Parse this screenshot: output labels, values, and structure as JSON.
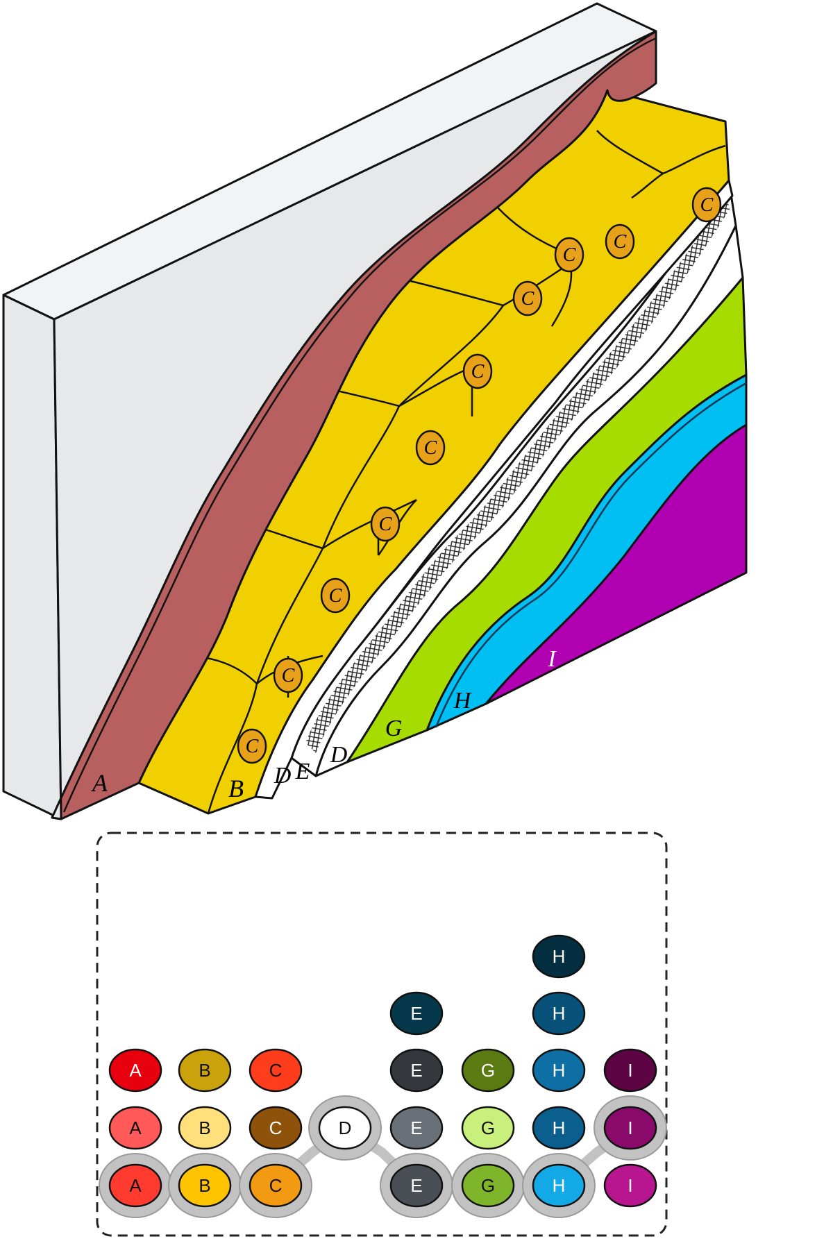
{
  "wall_labels": {
    "A": "A",
    "B": "B",
    "C": "C",
    "D_inner": "D",
    "E": "E",
    "D_outer": "D",
    "G": "G",
    "H": "H",
    "I": "I"
  },
  "colors": {
    "board": "#e7e8ea",
    "adhesive": "#b86060",
    "insulation": "#f0d000",
    "anchor": "#e8a21a",
    "mesh_layer": "#ffffff",
    "primer": "#a6dc00",
    "base_coat": "#00bff2",
    "finish": "#b000b2"
  },
  "legend_columns": [
    {
      "column": "A",
      "bubbles": [
        {
          "label": "A",
          "color": "#ff3b30",
          "selected": true
        },
        {
          "label": "A",
          "color": "#ff5a57",
          "selected": false
        },
        {
          "label": "A",
          "color": "#e8000e",
          "selected": false
        }
      ]
    },
    {
      "column": "B",
      "bubbles": [
        {
          "label": "B",
          "color": "#ffc400",
          "selected": true
        },
        {
          "label": "B",
          "color": "#ffe07a",
          "selected": false
        },
        {
          "label": "B",
          "color": "#c9a20c",
          "selected": false
        }
      ]
    },
    {
      "column": "C",
      "bubbles": [
        {
          "label": "C",
          "color": "#f29a12",
          "selected": true
        },
        {
          "label": "C",
          "color": "#8e520b",
          "selected": false
        },
        {
          "label": "C",
          "color": "#ff3c1c",
          "selected": false
        }
      ]
    },
    {
      "column": "D",
      "bubbles": [
        {
          "label": "D",
          "color": "#ffffff",
          "selected": true
        }
      ]
    },
    {
      "column": "E",
      "bubbles": [
        {
          "label": "E",
          "color": "#4a4f55",
          "selected": true
        },
        {
          "label": "E",
          "color": "#6a7078",
          "selected": false
        },
        {
          "label": "E",
          "color": "#34373c",
          "selected": false
        },
        {
          "label": "E",
          "color": "#04384a",
          "selected": false
        }
      ]
    },
    {
      "column": "G",
      "bubbles": [
        {
          "label": "G",
          "color": "#7fb52a",
          "selected": true
        },
        {
          "label": "G",
          "color": "#c9f07c",
          "selected": false
        },
        {
          "label": "G",
          "color": "#5a7a12",
          "selected": false
        }
      ]
    },
    {
      "column": "H",
      "bubbles": [
        {
          "label": "H",
          "color": "#12a9e6",
          "selected": true
        },
        {
          "label": "H",
          "color": "#0a5f8e",
          "selected": false
        },
        {
          "label": "H",
          "color": "#0d6fa3",
          "selected": false
        },
        {
          "label": "H",
          "color": "#08527a",
          "selected": false
        },
        {
          "label": "H",
          "color": "#032f40",
          "selected": false
        }
      ]
    },
    {
      "column": "I",
      "bubbles": [
        {
          "label": "I",
          "color": "#b8168f",
          "selected": false
        },
        {
          "label": "I",
          "color": "#8a0a6b",
          "selected": true
        },
        {
          "label": "I",
          "color": "#5c0444",
          "selected": false
        }
      ]
    }
  ]
}
